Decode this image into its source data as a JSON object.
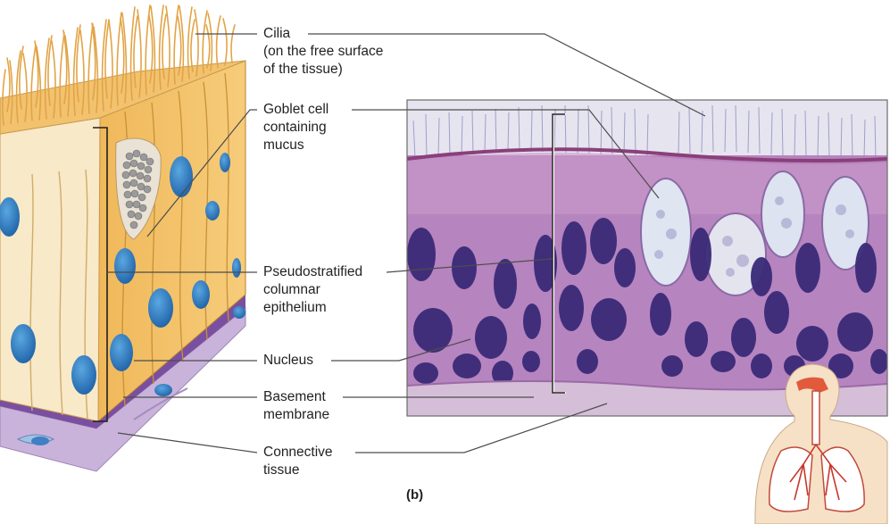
{
  "figure": {
    "panel_label": "(b)",
    "labels": {
      "cilia": [
        "Cilia",
        "(on the free surface",
        "of the tissue)"
      ],
      "goblet": [
        "Goblet cell",
        "containing",
        "mucus"
      ],
      "pseudo": [
        "Pseudostratified",
        "columnar",
        "epithelium"
      ],
      "nucleus": [
        "Nucleus"
      ],
      "basement": [
        "Basement",
        "membrane"
      ],
      "connective": [
        "Connective",
        "tissue"
      ]
    }
  },
  "colors": {
    "cell_fill": "#f3c067",
    "cell_front": "#f8e9c8",
    "nucleus": "#2f80c4",
    "basement": "#7a4fa0",
    "connective": "#c9b3db",
    "micrograph_bg": "#b684bf",
    "micrograph_nucleus": "#3a2a78",
    "leader_line": "#4d4d4d"
  }
}
